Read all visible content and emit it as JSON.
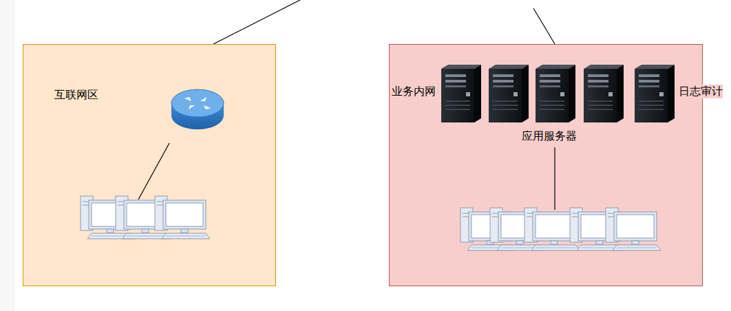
{
  "diagram": {
    "nodes": [
      {
        "text": [
          "互联网区"
        ]
      },
      {
        "text": [
          "业务内网",
          "应用服务器",
          "日志审计"
        ]
      }
    ]
  }
}
